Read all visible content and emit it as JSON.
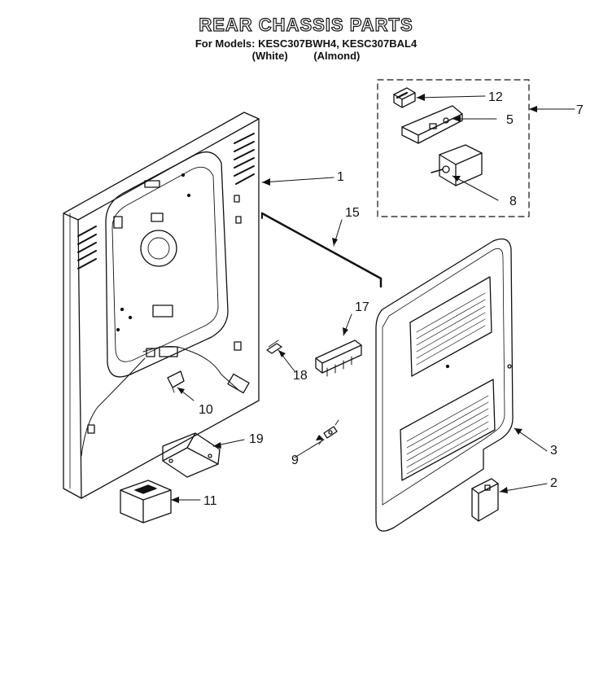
{
  "header": {
    "title": "REAR CHASSIS PARTS",
    "models": "For Models: KESC307BWH4, KESC307BAL4",
    "variant_white": "(White)",
    "variant_almond": "(Almond)"
  },
  "callouts": {
    "c1": "1",
    "c2": "2",
    "c3": "3",
    "c5": "5",
    "c7": "7",
    "c8": "8",
    "c9": "9",
    "c10": "10",
    "c11": "11",
    "c12": "12",
    "c15": "15",
    "c17": "17",
    "c18": "18",
    "c19": "19"
  }
}
